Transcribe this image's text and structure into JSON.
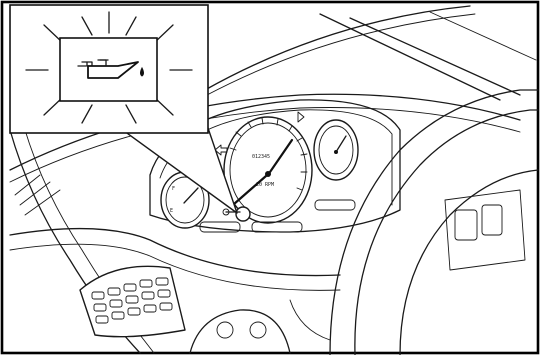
{
  "figure": {
    "subject": "Oil pressure warning light illustration",
    "callout_icon": "oil-can-icon",
    "speedometer_odometer": "012345",
    "speedometer_trip": "20 RPM",
    "border_color": "#000000",
    "line_color": "#1a1a1a",
    "background": "#ffffff"
  }
}
